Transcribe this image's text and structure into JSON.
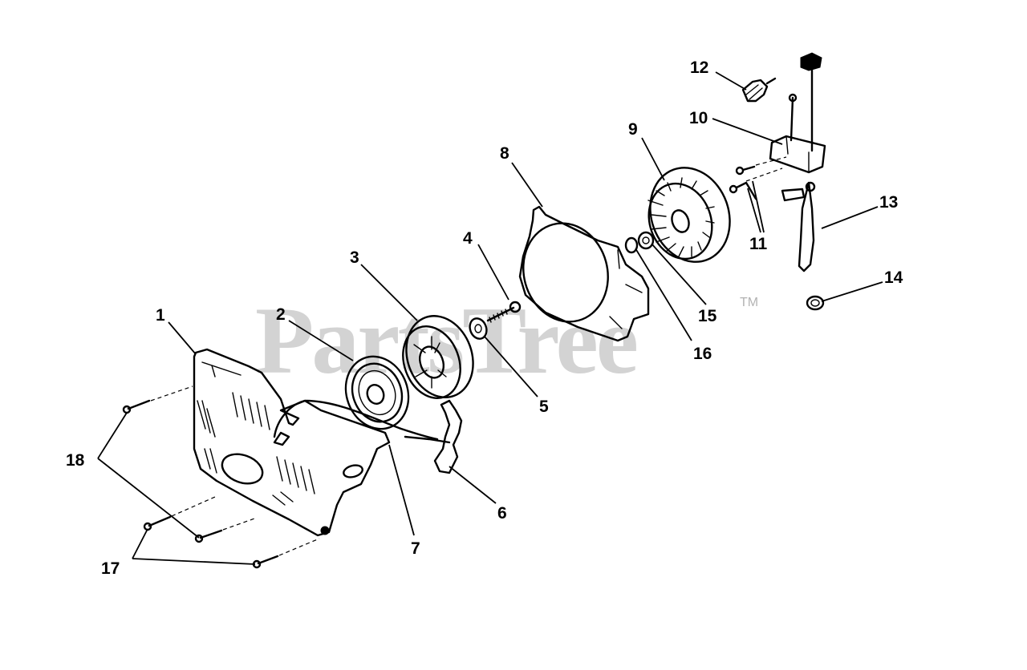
{
  "watermark": {
    "text": "PartsTree",
    "trademark": "TM"
  },
  "callouts": [
    {
      "id": "c1",
      "label": "1"
    },
    {
      "id": "c2",
      "label": "2"
    },
    {
      "id": "c3",
      "label": "3"
    },
    {
      "id": "c4",
      "label": "4"
    },
    {
      "id": "c5",
      "label": "5"
    },
    {
      "id": "c6",
      "label": "6"
    },
    {
      "id": "c7",
      "label": "7"
    },
    {
      "id": "c8",
      "label": "8"
    },
    {
      "id": "c9",
      "label": "9"
    },
    {
      "id": "c10",
      "label": "10"
    },
    {
      "id": "c11",
      "label": "11"
    },
    {
      "id": "c12",
      "label": "12"
    },
    {
      "id": "c13",
      "label": "13"
    },
    {
      "id": "c14",
      "label": "14"
    },
    {
      "id": "c15",
      "label": "15"
    },
    {
      "id": "c16",
      "label": "16"
    },
    {
      "id": "c17",
      "label": "17"
    },
    {
      "id": "c18",
      "label": "18"
    }
  ]
}
